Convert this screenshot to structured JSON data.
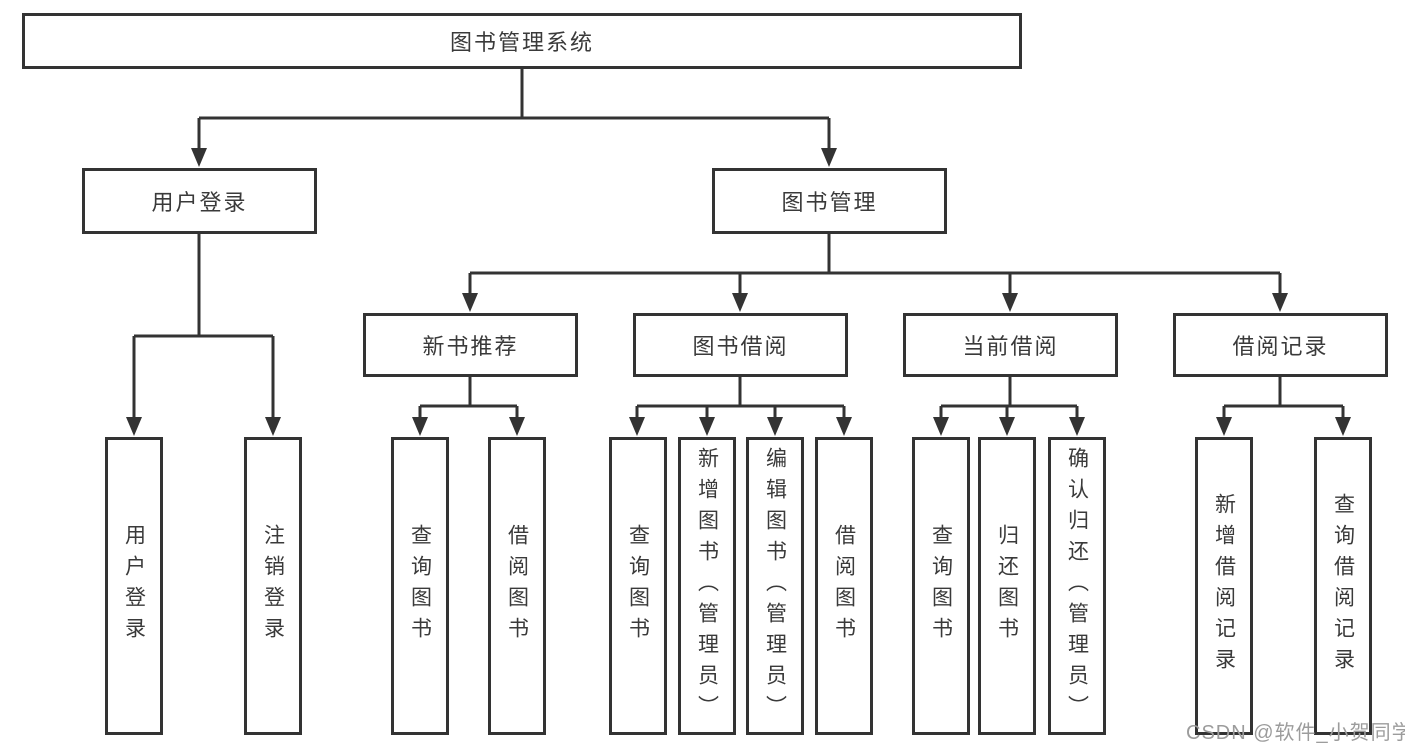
{
  "diagram": {
    "root": {
      "label": "图书管理系统"
    },
    "login_branch": {
      "label": "用户登录",
      "children": [
        {
          "label": "用户登录"
        },
        {
          "label": "注销登录"
        }
      ]
    },
    "manage_branch": {
      "label": "图书管理",
      "sections": [
        {
          "label": "新书推荐",
          "children": [
            {
              "label": "查询图书"
            },
            {
              "label": "借阅图书"
            }
          ]
        },
        {
          "label": "图书借阅",
          "children": [
            {
              "label": "查询图书"
            },
            {
              "label": "新增图书（管理员）"
            },
            {
              "label": "编辑图书（管理员）"
            },
            {
              "label": "借阅图书"
            }
          ]
        },
        {
          "label": "当前借阅",
          "children": [
            {
              "label": "查询图书"
            },
            {
              "label": "归还图书"
            },
            {
              "label": "确认归还（管理员）"
            }
          ]
        },
        {
          "label": "借阅记录",
          "children": [
            {
              "label": "新增借阅记录"
            },
            {
              "label": "查询借阅记录"
            }
          ]
        }
      ]
    }
  },
  "watermark": "CSDN @软件_小贺同学",
  "colors": {
    "line": "#333333",
    "text": "#3a3a3a",
    "watermark": "#9c9c9c",
    "background": "#ffffff"
  }
}
